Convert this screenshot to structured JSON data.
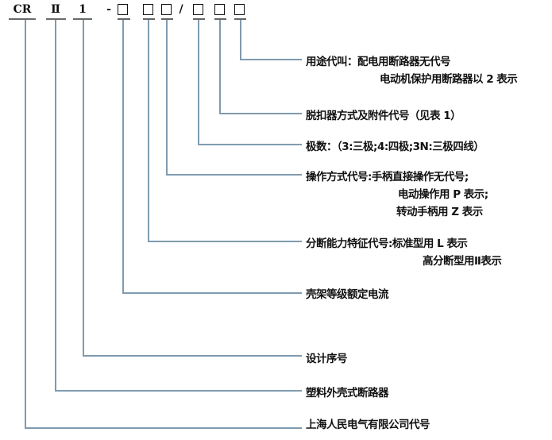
{
  "code": {
    "prefix": "CR",
    "series": "Ⅱ",
    "design": "1",
    "dash": "-",
    "slash": "/"
  },
  "labels": [
    {
      "lines": [
        "用途代叫：配电用断路器无代号",
        "电动机保护用断路器以 2 表示"
      ]
    },
    {
      "lines": [
        "脱扣器方式及附件代号（见表 1）"
      ]
    },
    {
      "lines": [
        "极数：（3:三极;4:四极;3N:三极四线）"
      ]
    },
    {
      "lines": [
        "操作方式代号:手柄直接操作无代号;",
        "电动操作用 P 表示;",
        "转动手柄用 Z 表示"
      ]
    },
    {
      "lines": [
        "分断能力特征代号:标准型用 L 表示",
        "高分断型用Ⅱ表示"
      ]
    },
    {
      "lines": [
        "壳架等级额定电流"
      ]
    },
    {
      "lines": [
        "设计序号"
      ]
    },
    {
      "lines": [
        "塑料外壳式断路器"
      ]
    },
    {
      "lines": [
        "上海人民电气有限公司代号"
      ]
    }
  ],
  "colors": {
    "connector": "#7f9bb0",
    "text": "#111111"
  }
}
